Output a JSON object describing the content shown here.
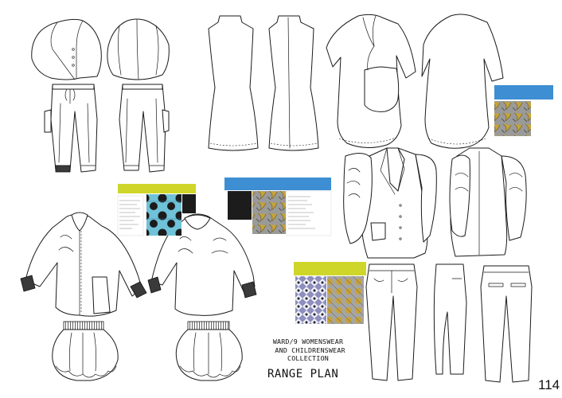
{
  "board": {
    "caption_lines": [
      "WARD/9 WOMENSWEAR",
      " AND CHILDRENSWEAR",
      "COLLECTION"
    ],
    "title": "RANGE PLAN",
    "page_number": "114"
  },
  "swatch_colors": {
    "lime": "#cfd62a",
    "blue": "#3d8ed2",
    "black": "#1c1c1c",
    "aqua": "#6fc2d8",
    "gold": "#b6952e",
    "lavender": "#8e8fbd"
  },
  "swatch_cards": [
    {
      "name": "lime-swatch-card-left",
      "tab_color": "lime"
    },
    {
      "name": "blue-swatch-card-center",
      "tab_color": "blue"
    },
    {
      "name": "blue-swatch-card-right",
      "tab_color": "blue"
    },
    {
      "name": "lime-swatch-card-lower",
      "tab_color": "lime"
    }
  ]
}
